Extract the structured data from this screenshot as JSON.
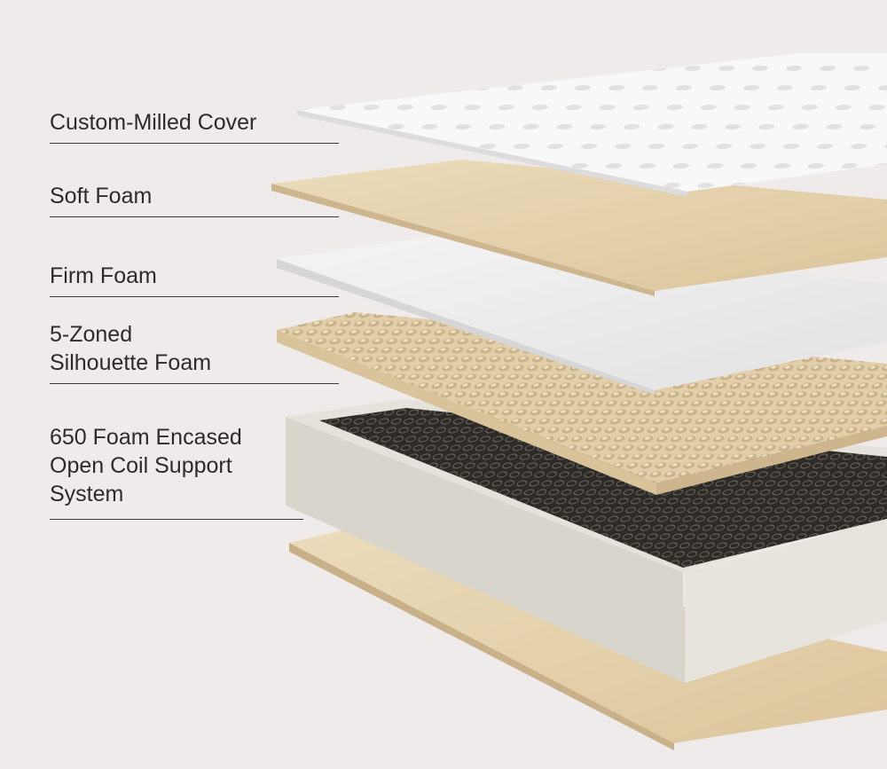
{
  "layers": [
    {
      "id": "cover",
      "label": "Custom-Milled Cover"
    },
    {
      "id": "soft-foam",
      "label": "Soft Foam"
    },
    {
      "id": "firm-foam",
      "label": "Firm Foam"
    },
    {
      "id": "zoned-foam",
      "label": "5-Zoned\nSilhouette Foam"
    },
    {
      "id": "coil-system",
      "label": "650 Foam Encased\nOpen Coil Support\nSystem"
    }
  ],
  "colors": {
    "background": "#efebea",
    "cover": "#f7f7f7",
    "tan_foam": "#e6d3ad",
    "grey_foam": "#ededed",
    "coil_frame": "#dcdad0",
    "coils": "#2d2b27"
  }
}
